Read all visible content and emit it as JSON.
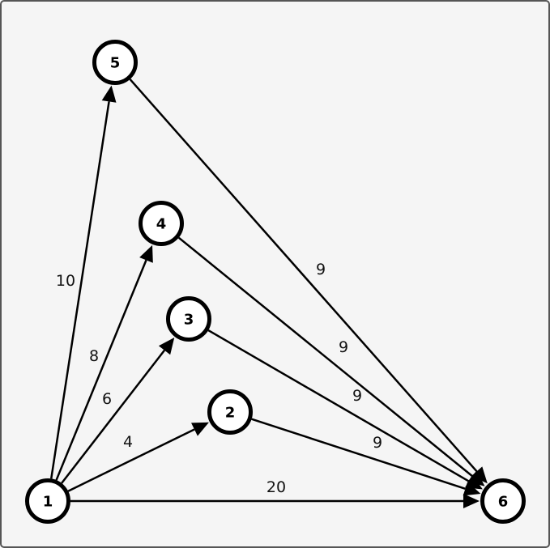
{
  "graph": {
    "nodes": [
      {
        "id": "1",
        "label": "1"
      },
      {
        "id": "2",
        "label": "2"
      },
      {
        "id": "3",
        "label": "3"
      },
      {
        "id": "4",
        "label": "4"
      },
      {
        "id": "5",
        "label": "5"
      },
      {
        "id": "6",
        "label": "6"
      }
    ],
    "edges": [
      {
        "from": "1",
        "to": "5",
        "weight": "10"
      },
      {
        "from": "1",
        "to": "4",
        "weight": "8"
      },
      {
        "from": "1",
        "to": "3",
        "weight": "6"
      },
      {
        "from": "1",
        "to": "2",
        "weight": "4"
      },
      {
        "from": "1",
        "to": "6",
        "weight": "20"
      },
      {
        "from": "5",
        "to": "6",
        "weight": "9"
      },
      {
        "from": "4",
        "to": "6",
        "weight": "9"
      },
      {
        "from": "3",
        "to": "6",
        "weight": "9"
      },
      {
        "from": "2",
        "to": "6",
        "weight": "9"
      }
    ],
    "colors": {
      "node_fill": "#ffffff",
      "stroke": "#000000",
      "background": "#f5f5f5"
    }
  }
}
